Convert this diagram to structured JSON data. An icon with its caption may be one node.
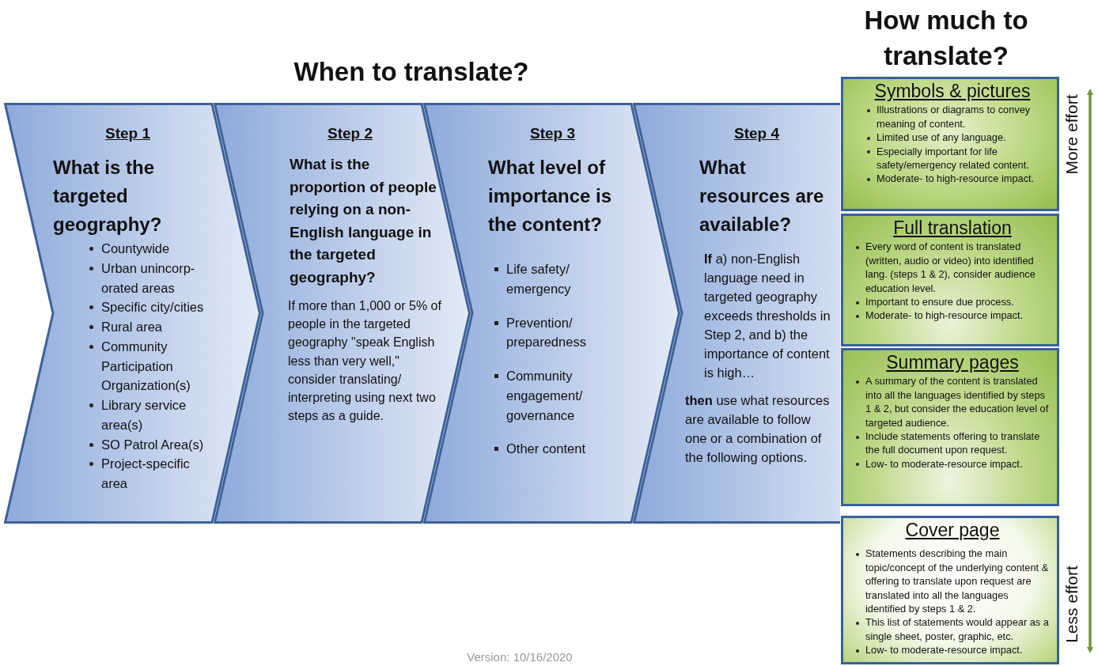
{
  "diagram": {
    "title": "When to translate?",
    "nodes": [
      {
        "text": [
          "Step 1",
          "What is the targeted geography?",
          "Countywide",
          "Urban unincorp-orated areas",
          "Specific city/cities",
          "Rural area",
          "Community Participation Organization(s)",
          "Library service area(s)",
          "SO Patrol Area(s)",
          "Project-specific area"
        ]
      },
      {
        "text": [
          "Step 2",
          "What is the proportion of people relying on a non-English language in the targeted geography?",
          "If more than 1,000 or 5% of people in the targeted geography \"speak English less than very well,\" consider translating/ interpreting using next two steps as a guide."
        ]
      },
      {
        "text": [
          "Step 3",
          "What level of importance is the content?",
          "Life safety/ emergency",
          "Prevention/ preparedness",
          "Community engagement/ governance",
          "Other content"
        ]
      },
      {
        "text": [
          "Step 4",
          "What resources are available?",
          "**If** a) non-English language need in targeted geography exceeds thresholds in Step 2, and b) the importance of content is high…",
          "**then** use what resources are available to follow one or a combination of the following options."
        ]
      },
      {
        "text": [
          "Symbols & pictures",
          "Illustrations or diagrams to convey meaning of content.",
          "Limited use of any language.",
          "Especially important for life safety/emergency related content.",
          "Moderate- to high-resource impact."
        ]
      },
      {
        "text": [
          "Full translation",
          "Every word of content is translated (written, audio or video) into identified lang. (steps 1 & 2), consider audience education level.",
          "Important to ensure due process.",
          "Moderate- to high-resource impact."
        ]
      },
      {
        "text": [
          "Summary pages",
          "A summary of the content is translated into all the languages identified by steps 1 & 2, but consider the education level of targeted audience.",
          "Include statements offering to translate the full document upon request.",
          "Low- to moderate-resource impact."
        ]
      },
      {
        "text": [
          "Cover page",
          "Statements describing the main topic/concept of the underlying content & offering to translate upon request are translated into all the languages identified by steps 1 & 2.",
          "This list of statements would appear as a single sheet, poster, graphic, etc.",
          "Low- to moderate-resource impact."
        ]
      }
    ],
    "labels": [
      "How much to translate?",
      "More effort",
      "Less effort",
      "Version: 10/16/2020"
    ]
  }
}
